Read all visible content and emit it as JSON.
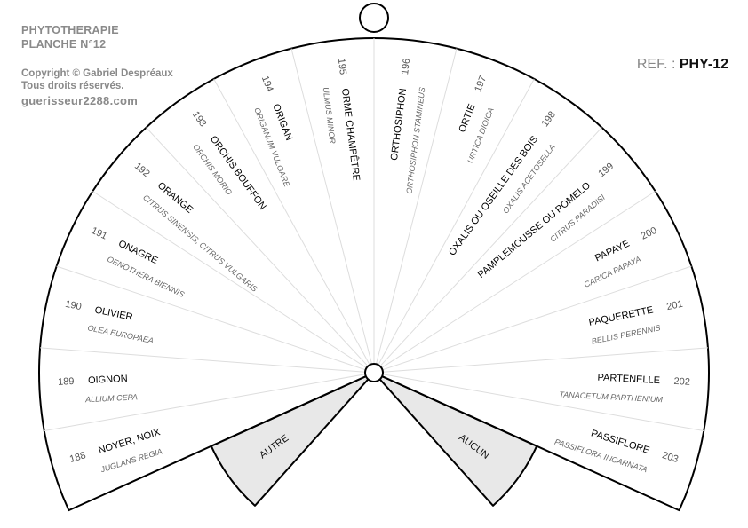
{
  "header": {
    "title": "PHYTOTHERAPIE",
    "subtitle": "PLANCHE N°12",
    "copyright": "Copyright © Gabriel Despréaux",
    "rights": "Tous droits réservés.",
    "website": "guerisseur2288.com"
  },
  "reference": {
    "label": "REF. :",
    "value": "PHY-12"
  },
  "extra_sectors": {
    "left": "AUTRE",
    "right": "AUCUN"
  },
  "colors": {
    "extra_fill": "#e8e8e8",
    "divider": "#dddddd"
  },
  "items": [
    {
      "number": "188",
      "name": "NOYER, NOIX",
      "latin": "JUGLANS REGIA"
    },
    {
      "number": "189",
      "name": "OIGNON",
      "latin": "ALLIUM CEPA"
    },
    {
      "number": "190",
      "name": "OLIVIER",
      "latin": "OLEA EUROPAEA"
    },
    {
      "number": "191",
      "name": "ONAGRE",
      "latin": "OENOTHERA BIENNIS"
    },
    {
      "number": "192",
      "name": "ORANGE",
      "latin": "CITRUS SINENSIS, CITRUS VULGARIS"
    },
    {
      "number": "193",
      "name": "ORCHIS BOUFFON",
      "latin": "ORCHIS MORIO"
    },
    {
      "number": "194",
      "name": "ORIGAN",
      "latin": "ORIGANUM VULGARE"
    },
    {
      "number": "195",
      "name": "ORME CHAMPÊTRE",
      "latin": "ULMUS MINOR"
    },
    {
      "number": "196",
      "name": "ORTHOSIPHON",
      "latin": "ORTHOSIPHON STAMINEUS"
    },
    {
      "number": "197",
      "name": "ORTIE",
      "latin": "URTICA DIOICA"
    },
    {
      "number": "198",
      "name": "OXALIS OU OSEILLE DES BOIS",
      "latin": "OXALIS ACETOSELLA"
    },
    {
      "number": "199",
      "name": "PAMPLEMOUSSE OU POMELO",
      "latin": "CITRUS PARADISI"
    },
    {
      "number": "200",
      "name": "PAPAYE",
      "latin": "CARICA PAPAYA"
    },
    {
      "number": "201",
      "name": "PAQUERETTE",
      "latin": "BELLIS PERENNIS"
    },
    {
      "number": "202",
      "name": "PARTENELLE",
      "latin": "TANACETUM PARTHENIUM"
    },
    {
      "number": "203",
      "name": "PASSIFLORE",
      "latin": "PASSIFLORA INCARNATA"
    }
  ]
}
